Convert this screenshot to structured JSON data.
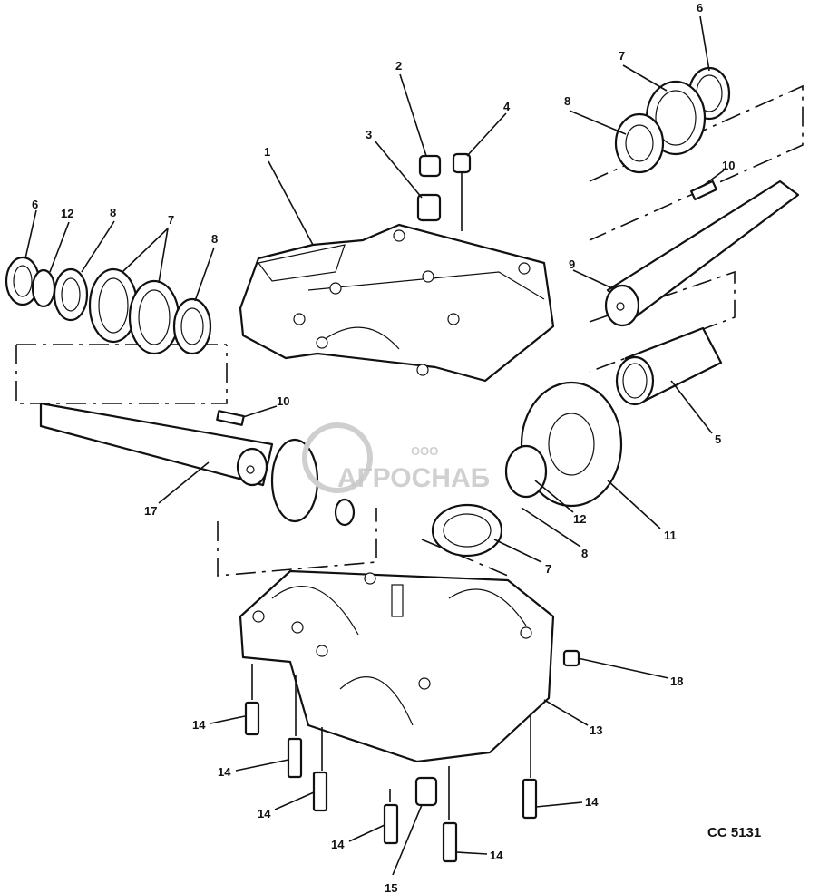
{
  "diagram": {
    "code": "CC 5131",
    "watermark": {
      "prefix": "ООО",
      "name": "АГРОСНАБ"
    },
    "labels": [
      "6",
      "7",
      "8",
      "10",
      "9",
      "5",
      "11",
      "12",
      "8",
      "7",
      "2",
      "3",
      "4",
      "1",
      "6",
      "12",
      "8",
      "7",
      "8",
      "10",
      "17",
      "18",
      "13",
      "14",
      "14",
      "14",
      "14",
      "15",
      "14",
      "14"
    ]
  }
}
